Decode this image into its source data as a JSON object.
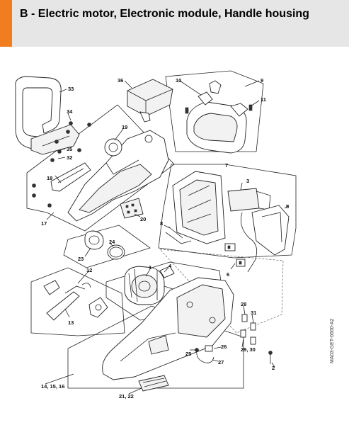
{
  "header": {
    "title": "B - Electric motor, Electronic module, Handle housing",
    "accent_color": "#f07d1e",
    "background_color": "#e6e6e6"
  },
  "diagram": {
    "doc_ref": "MA03-GET-0000-A2",
    "labels": {
      "l1": "1",
      "l2": "2",
      "l3": "3",
      "l4": "4",
      "l5": "5",
      "l6": "6",
      "l7": "7",
      "l8": "8",
      "l9": "9",
      "l10": "10",
      "l11": "11",
      "l12": "12",
      "l13": "13",
      "l14_16": "14, 15, 16",
      "l17": "17",
      "l18": "18",
      "l19": "19",
      "l20": "20",
      "l21_22": "21, 22",
      "l23": "23",
      "l24": "24",
      "l25": "25",
      "l26": "26",
      "l27": "27",
      "l28": "28",
      "l29_30": "29, 30",
      "l31": "31",
      "l32": "32",
      "l33": "33",
      "l34": "34",
      "l35": "35",
      "l36": "36"
    }
  }
}
